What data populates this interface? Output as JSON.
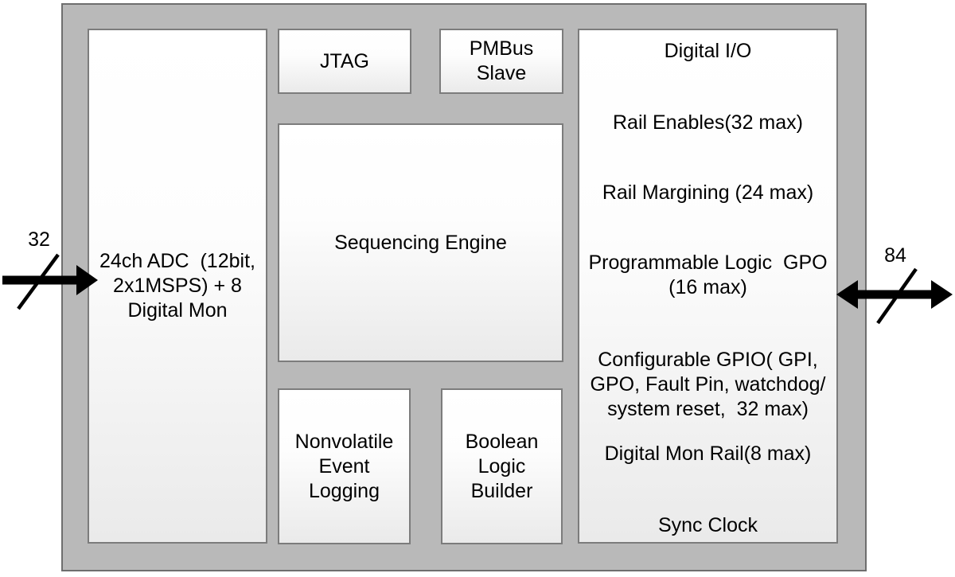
{
  "diagram": {
    "blocks": {
      "adc": "24ch ADC  (12bit,\n2x1MSPS) + 8\nDigital Mon",
      "jtag": "JTAG",
      "pmbus_slave": "PMBus\nSlave",
      "sequencing_engine": "Sequencing Engine",
      "nonvolatile_event_logging": "Nonvolatile\nEvent\nLogging",
      "boolean_logic_builder": "Boolean\nLogic\nBuilder",
      "digital_io": {
        "title": "Digital I/O",
        "items": [
          "Rail Enables(32 max)",
          "Rail Margining (24 max)",
          "Programmable Logic  GPO\n(16 max)",
          "Configurable GPIO( GPI,\nGPO, Fault Pin, watchdog/\nsystem reset,  32 max)",
          "Digital Mon Rail(8 max)",
          "Sync Clock"
        ]
      }
    },
    "buses": {
      "input": {
        "width_label": "32",
        "direction": "in"
      },
      "bidirectional": {
        "width_label": "84",
        "direction": "both"
      }
    },
    "colors": {
      "chip_fill": "#b9b9b9",
      "chip_border": "#6e6e6e",
      "block_border": "#7c7c7c",
      "block_fill_top": "#ffffff",
      "block_fill_bottom": "#eaeaea",
      "text": "#000000",
      "arrow": "#000000"
    }
  }
}
